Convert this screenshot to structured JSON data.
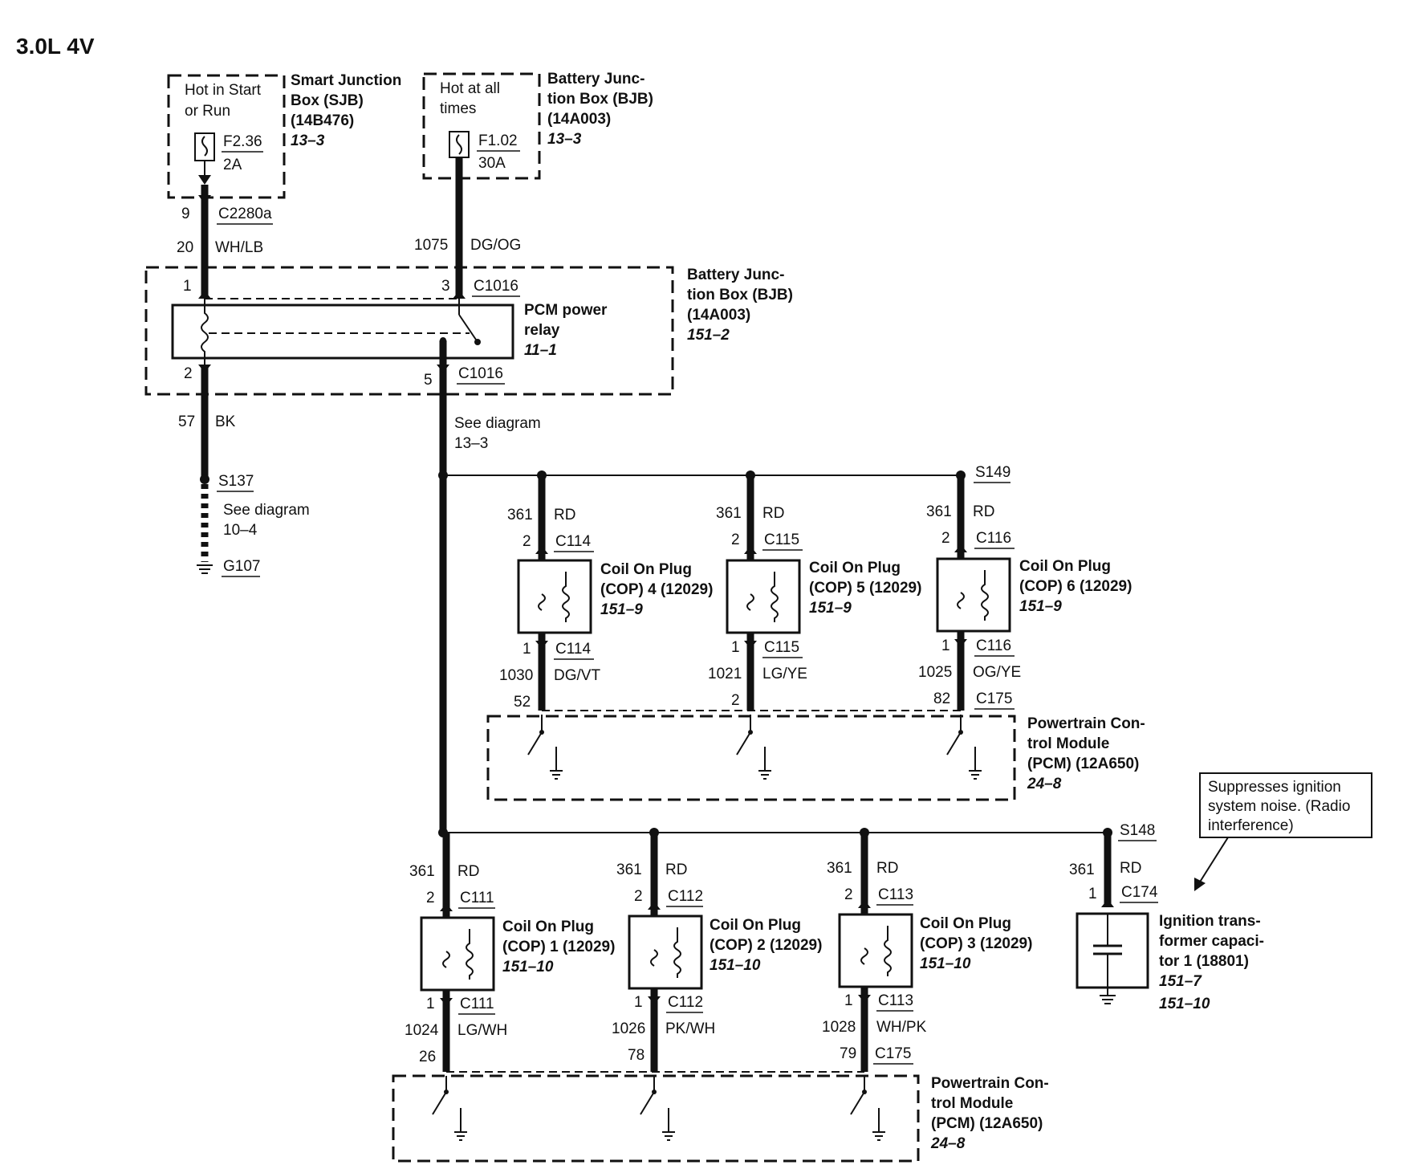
{
  "title": "3.0L 4V",
  "fuses": [
    {
      "note1": "Hot in Start",
      "note2": "or Run",
      "fuse": "F2.36",
      "rating": "2A",
      "box1": "Smart Junction",
      "box2": "Box (SJB)",
      "box3": "(14B476)",
      "ref": "13–3"
    },
    {
      "note1": "Hot at all",
      "note2": "times",
      "fuse": "F1.02",
      "rating": "30A",
      "box1": "Battery Junc-",
      "box2": "tion Box (BJB)",
      "box3": "(14A003)",
      "ref": "13–3"
    }
  ],
  "feed_wires": [
    {
      "pin": "9",
      "connector": "C2280a",
      "circuit": "20",
      "color": "WH/LB"
    },
    {
      "circuit": "1075",
      "color": "DG/OG"
    }
  ],
  "relay": {
    "pin1": "1",
    "pin3": "3",
    "pin2": "2",
    "pin5": "5",
    "conn_top": "C1016",
    "conn_bottom": "C1016",
    "name1": "PCM power",
    "name2": "relay",
    "ref": "11–1",
    "box1": "Battery Junc-",
    "box2": "tion Box (BJB)",
    "box3": "(14A003)",
    "box_ref": "151–2"
  },
  "ground_circuit": {
    "circuit": "57",
    "color": "BK",
    "splice": "S137",
    "see1": "See diagram",
    "see2": "10–4",
    "ground": "G107"
  },
  "output_ref": {
    "see1": "See diagram",
    "see2": "13–3"
  },
  "coils_top": [
    {
      "in_circuit": "361",
      "in_color": "RD",
      "in_pin": "2",
      "in_conn": "C114",
      "name1": "Coil On Plug",
      "name2": "(COP) 4 (12029)",
      "ref": "151–9",
      "out_pin": "1",
      "out_conn": "C114",
      "out_circuit": "1030",
      "out_color": "DG/VT",
      "pcm_pin": "52"
    },
    {
      "in_circuit": "361",
      "in_color": "RD",
      "in_pin": "2",
      "in_conn": "C115",
      "name1": "Coil On Plug",
      "name2": "(COP) 5 (12029)",
      "ref": "151–9",
      "out_pin": "1",
      "out_conn": "C115",
      "out_circuit": "1021",
      "out_color": "LG/YE",
      "pcm_pin": "2"
    },
    {
      "in_circuit": "361",
      "in_color": "RD",
      "in_pin": "2",
      "in_conn": "C116",
      "name1": "Coil On Plug",
      "name2": "(COP) 6 (12029)",
      "ref": "151–9",
      "out_pin": "1",
      "out_conn": "C116",
      "out_circuit": "1025",
      "out_color": "OG/YE",
      "pcm_pin": "82"
    }
  ],
  "splice_top": "S149",
  "pcm_top": {
    "connector": "C175",
    "name1": "Powertrain Con-",
    "name2": "trol Module",
    "name3": "(PCM) (12A650)",
    "ref": "24–8"
  },
  "coils_bottom": [
    {
      "in_circuit": "361",
      "in_color": "RD",
      "in_pin": "2",
      "in_conn": "C111",
      "name1": "Coil On Plug",
      "name2": "(COP) 1 (12029)",
      "ref": "151–10",
      "out_pin": "1",
      "out_conn": "C111",
      "out_circuit": "1024",
      "out_color": "LG/WH",
      "pcm_pin": "26"
    },
    {
      "in_circuit": "361",
      "in_color": "RD",
      "in_pin": "2",
      "in_conn": "C112",
      "name1": "Coil On Plug",
      "name2": "(COP) 2 (12029)",
      "ref": "151–10",
      "out_pin": "1",
      "out_conn": "C112",
      "out_circuit": "1026",
      "out_color": "PK/WH",
      "pcm_pin": "78"
    },
    {
      "in_circuit": "361",
      "in_color": "RD",
      "in_pin": "2",
      "in_conn": "C113",
      "name1": "Coil On Plug",
      "name2": "(COP) 3 (12029)",
      "ref": "151–10",
      "out_pin": "1",
      "out_conn": "C113",
      "out_circuit": "1028",
      "out_color": "WH/PK",
      "pcm_pin": "79"
    }
  ],
  "splice_bottom": "S148",
  "capacitor": {
    "circuit": "361",
    "color": "RD",
    "pin": "1",
    "connector": "C174",
    "name1": "Ignition trans-",
    "name2": "former capaci-",
    "name3": "tor 1 (18801)",
    "ref1": "151–7",
    "ref2": "151–10"
  },
  "note": {
    "line1": "Suppresses ignition",
    "line2": "system noise. (Radio",
    "line3": "interference)"
  },
  "pcm_bottom": {
    "connector": "C175",
    "name1": "Powertrain Con-",
    "name2": "trol Module",
    "name3": "(PCM) (12A650)",
    "ref": "24–8"
  }
}
